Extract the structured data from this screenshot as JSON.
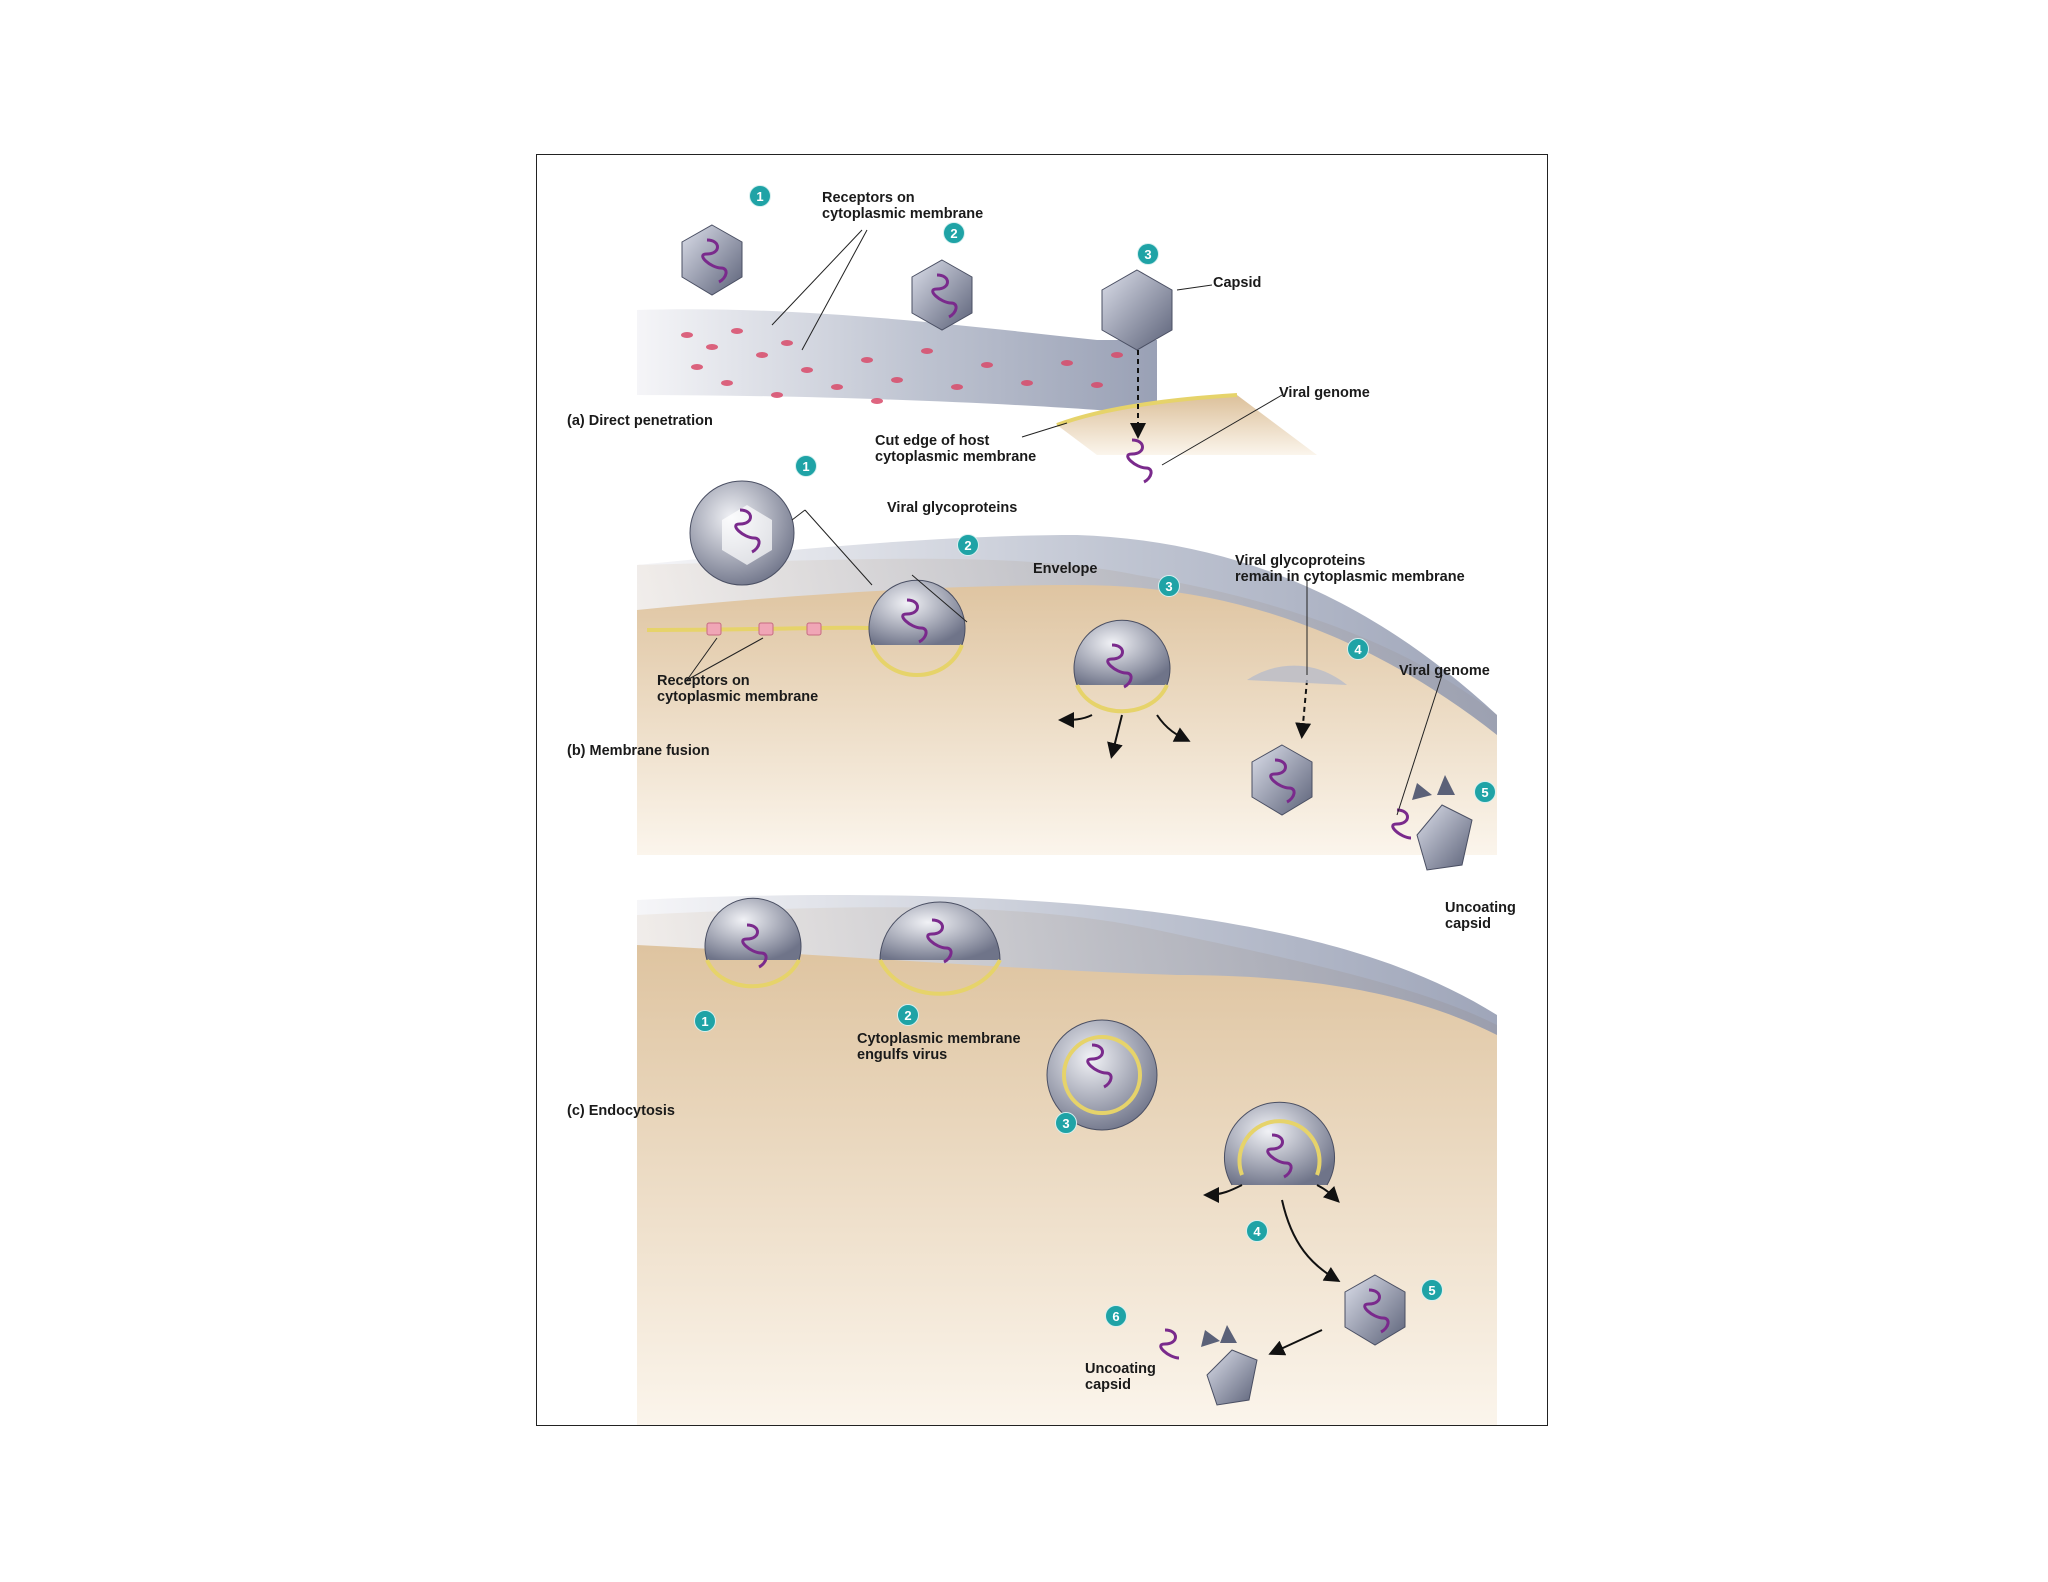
{
  "panels": {
    "a": {
      "title": "(a) Direct penetration",
      "labels": {
        "receptors": "Receptors on\ncytoplasmic membrane",
        "capsid": "Capsid",
        "viral_genome": "Viral genome",
        "cut_edge": "Cut edge of host\ncytoplasmic membrane"
      },
      "steps": [
        "1",
        "2",
        "3"
      ]
    },
    "b": {
      "title": "(b) Membrane fusion",
      "labels": {
        "viral_glycoproteins": "Viral glycoproteins",
        "envelope": "Envelope",
        "glyco_remain": "Viral glycoproteins\nremain in cytoplasmic membrane",
        "viral_genome": "Viral genome",
        "receptors": "Receptors on\ncytoplasmic membrane",
        "uncoating": "Uncoating\ncapsid"
      },
      "steps": [
        "1",
        "2",
        "3",
        "4",
        "5"
      ]
    },
    "c": {
      "title": "(c) Endocytosis",
      "labels": {
        "engulfs": "Cytoplasmic membrane\nengulfs virus",
        "uncoating": "Uncoating\ncapsid"
      },
      "steps": [
        "1",
        "2",
        "3",
        "4",
        "5",
        "6"
      ]
    }
  },
  "colors": {
    "step_badge": "#1fa3a6",
    "cytoplasm": "#e8d3b3",
    "membrane_surface": "#aeb4c6",
    "receptor": "#d94b6a",
    "genome": "#7a2a8c",
    "membrane_edge": "#e6d36a"
  }
}
